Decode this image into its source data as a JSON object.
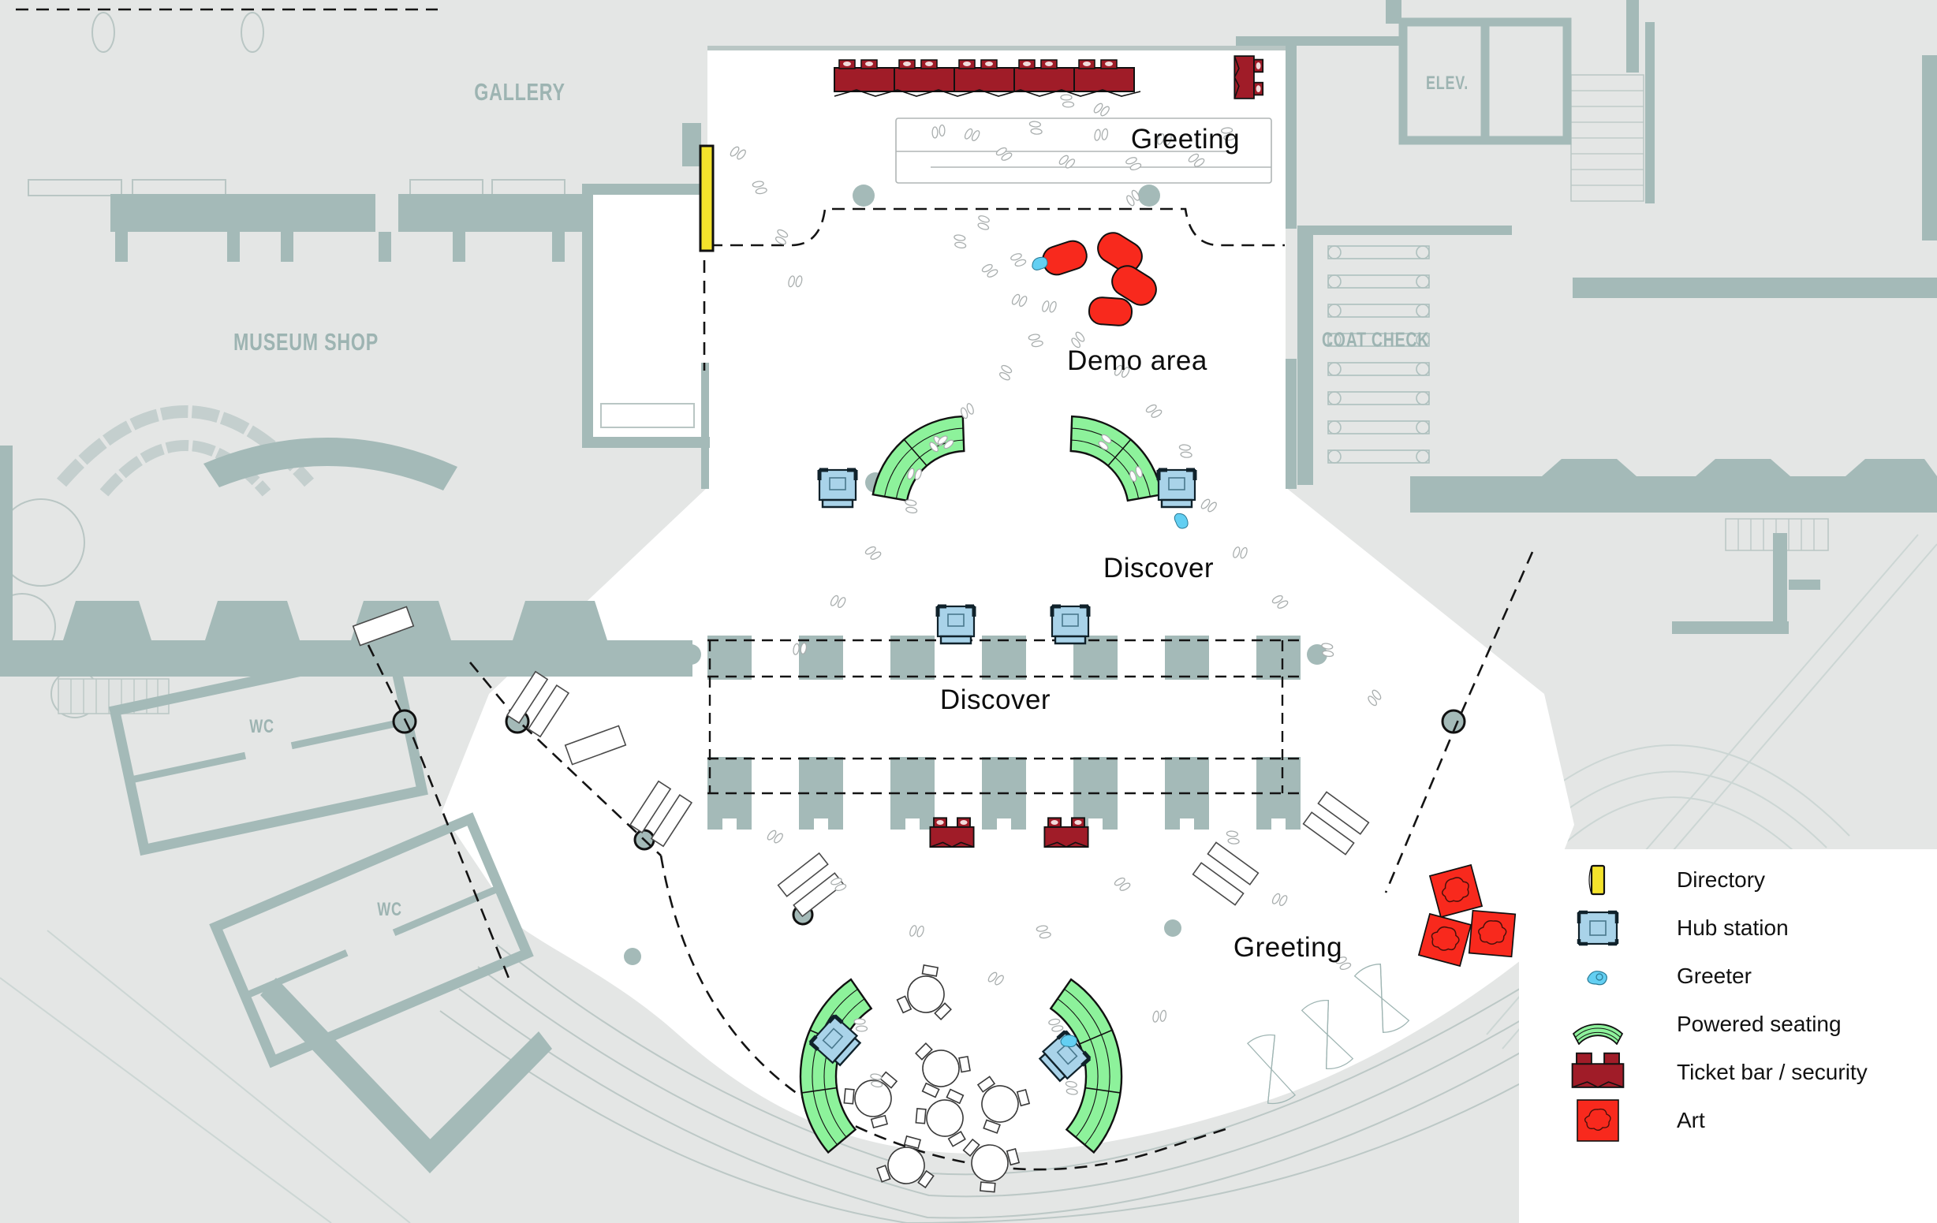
{
  "rooms": {
    "gallery": "GALLERY",
    "museum_shop": "MUSEUM SHOP",
    "elevator": "ELEV.",
    "coat_check": "COAT CHECK",
    "wc_upper": "WC",
    "wc_lower": "WC"
  },
  "zones": {
    "greeting_top": "Greeting",
    "demo_area": "Demo area",
    "discover_upper": "Discover",
    "discover_center": "Discover",
    "greeting_bottom": "Greeting"
  },
  "legend": {
    "items": [
      {
        "id": "directory",
        "icon": "directory-icon",
        "label": "Directory",
        "color": "#f4e32c"
      },
      {
        "id": "hub-station",
        "icon": "hub-station-icon",
        "label": "Hub station",
        "color": "#a9d3e9"
      },
      {
        "id": "greeter",
        "icon": "greeter-icon",
        "label": "Greeter",
        "color": "#63cff2"
      },
      {
        "id": "powered-seating",
        "icon": "powered-seating-icon",
        "label": "Powered seating",
        "color": "#8df29b"
      },
      {
        "id": "ticket-bar",
        "icon": "ticket-bar-icon",
        "label": "Ticket bar / security",
        "color": "#a01c28"
      },
      {
        "id": "art",
        "icon": "art-icon",
        "label": "Art",
        "color": "#f8291d"
      }
    ]
  },
  "colors": {
    "background": "#e4e6e5",
    "walls": "#a4bab8",
    "room_label": "#9db4b2",
    "zone_label": "#0d0d0d",
    "lobby": "#ffffff",
    "dashed_line": "#141414",
    "directory": "#f4e32c",
    "hub_station": "#a9d3e9",
    "greeter": "#63cff2",
    "powered_seating": "#8df29b",
    "ticket_bar": "#a01c28",
    "art": "#f8291d"
  }
}
